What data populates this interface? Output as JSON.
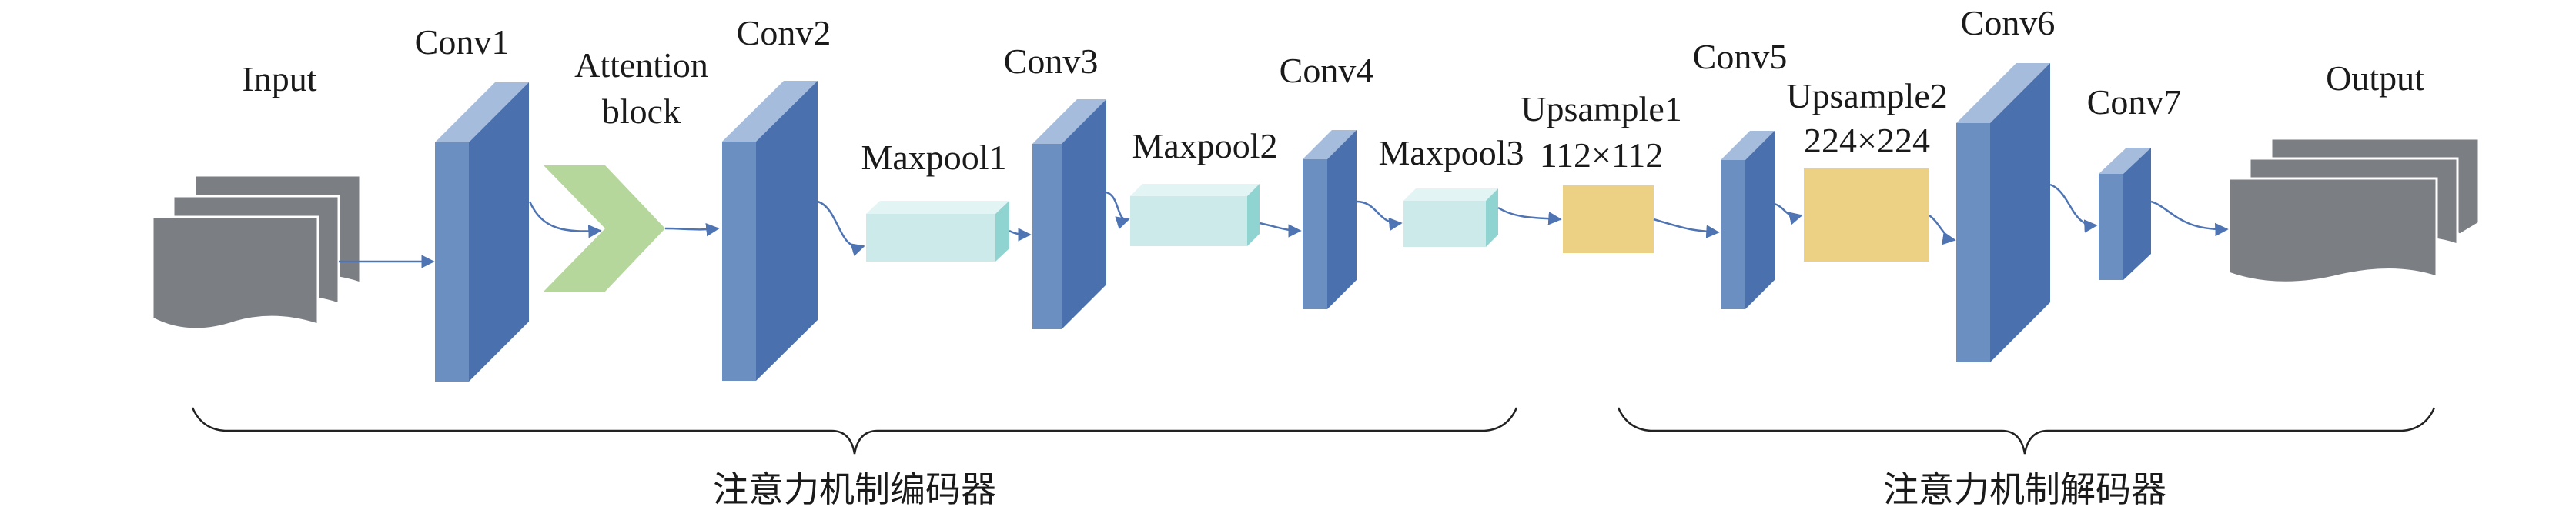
{
  "labels": {
    "input": "Input",
    "output": "Output",
    "conv1": "Conv1",
    "conv2": "Conv2",
    "conv3": "Conv3",
    "conv4": "Conv4",
    "conv5": "Conv5",
    "conv6": "Conv6",
    "conv7": "Conv7",
    "attention_line1": "Attention",
    "attention_line2": "block",
    "maxpool1": "Maxpool1",
    "maxpool2": "Maxpool2",
    "maxpool3": "Maxpool3",
    "upsample1": "Upsample1",
    "upsample1_size": "112×112",
    "upsample2": "Upsample2",
    "upsample2_size": "224×224",
    "encoder": "注意力机制编码器",
    "decoder": "注意力机制解码器"
  },
  "colors": {
    "conv_front": "#6a8fc0",
    "conv_side": "#4a70ad",
    "conv_top": "#a6bcdc",
    "attention": "#b5d79c",
    "pool_front": "#cdeaea",
    "pool_top": "#e2f4f4",
    "pool_side": "#8fd4d1",
    "upsample": "#ecd185",
    "sheet": "#7b7e83",
    "arrow": "#4f74b3",
    "brace": "#222222"
  }
}
